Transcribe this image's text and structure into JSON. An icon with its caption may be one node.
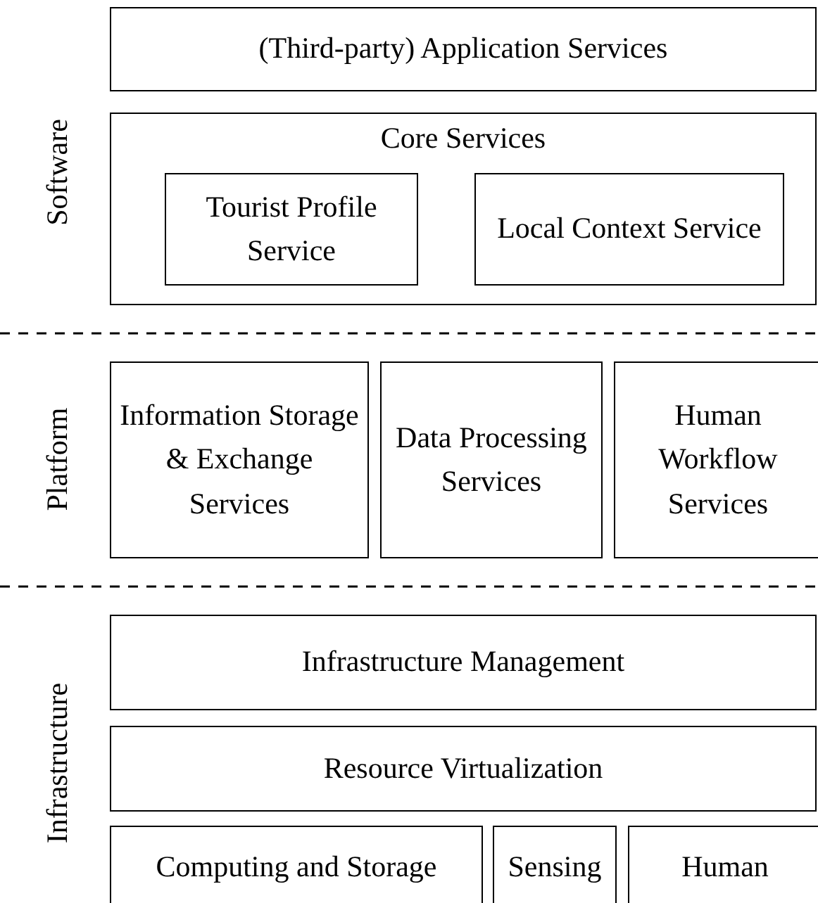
{
  "diagram": {
    "nodes": [
      {
        "text": [
          "(Third-party) Application Services"
        ]
      },
      {
        "text": [
          "Core Services"
        ]
      },
      {
        "text": [
          "Tourist Profile Service"
        ],
        "in": 1
      },
      {
        "text": [
          "Local Context Service"
        ],
        "in": 1
      },
      {
        "text": [
          "Information Storage & Exchange Services"
        ]
      },
      {
        "text": [
          "Data Processing Services"
        ]
      },
      {
        "text": [
          "Human Workflow Services"
        ]
      },
      {
        "text": [
          "Infrastructure Management"
        ]
      },
      {
        "text": [
          "Resource Virtualization"
        ]
      },
      {
        "text": [
          "Computing and Storage"
        ]
      },
      {
        "text": [
          "Sensing"
        ]
      },
      {
        "text": [
          "Human"
        ]
      }
    ],
    "labels": [
      "Software",
      "Platform",
      "Infrastructure"
    ]
  }
}
